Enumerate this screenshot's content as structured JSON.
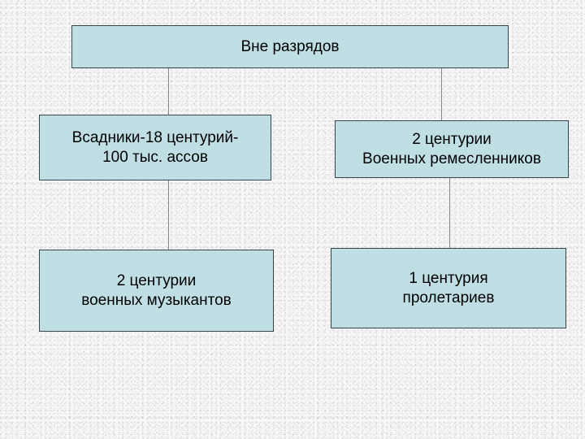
{
  "diagram": {
    "title_node": {
      "id": "vne-razryadov",
      "text": "Вне разрядов"
    },
    "nodes": [
      {
        "id": "vsadniki",
        "name": "node-vsadniki",
        "text": "Всадники-18 центурий-\n100 тыс. ассов"
      },
      {
        "id": "remeslenniki",
        "name": "node-voennyh-remeslennikov",
        "text": "2 центурии\nВоенных ремесленников"
      },
      {
        "id": "muzykanty",
        "name": "node-voennyh-muzykantov",
        "text": "2 центурии\nвоенных музыкантов"
      },
      {
        "id": "proletarii",
        "name": "node-proletariev",
        "text": "1 центурия\nпролетариев"
      }
    ],
    "connectors": [
      {
        "id": "conn-top-to-vsadniki",
        "from": "vne-razryadov",
        "to": "vsadniki"
      },
      {
        "id": "conn-top-to-remeslenniki",
        "from": "vne-razryadov",
        "to": "remeslenniki"
      },
      {
        "id": "conn-vsadniki-to-muzykanty",
        "from": "vsadniki",
        "to": "muzykanty"
      },
      {
        "id": "conn-remeslenniki-to-proletarii",
        "from": "remeslenniki",
        "to": "proletarii"
      }
    ],
    "colors": {
      "node_fill": "#bfdfe4",
      "node_border": "#36454a",
      "connector": "#7e8a8c",
      "text": "#000000",
      "background": "#fbfbfb"
    }
  }
}
